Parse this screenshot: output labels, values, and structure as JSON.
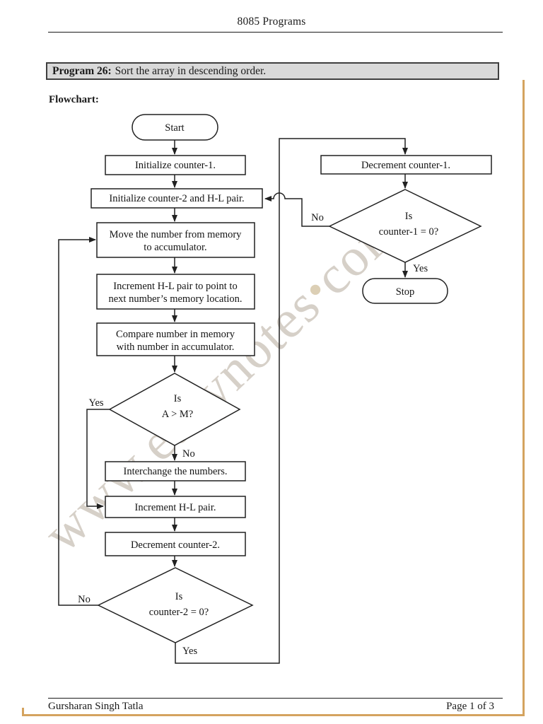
{
  "header": {
    "title": "8085 Programs"
  },
  "banner": {
    "label": "Program 26:",
    "text": "Sort the array in descending order."
  },
  "section": {
    "flowchart_label": "Flowchart:"
  },
  "flowchart": {
    "nodes": {
      "start": "Start",
      "init_counter1": "Initialize counter-1.",
      "init_counter2": "Initialize counter-2 and H-L pair.",
      "move_line1": "Move the number from memory",
      "move_line2": "to accumulator.",
      "inc_hl_point_line1": "Increment H-L pair to point to",
      "inc_hl_point_line2": "next number’s memory location.",
      "compare_line1": "Compare number in memory",
      "compare_line2": "with number in accumulator.",
      "decision_am_line1": "Is",
      "decision_am_line2": "A > M?",
      "interchange": "Interchange the numbers.",
      "increment_hl": "Increment H-L pair.",
      "decrement_counter2": "Decrement counter-2.",
      "decision_c2_line1": "Is",
      "decision_c2_line2": "counter-2 = 0?",
      "decrement_counter1": "Decrement counter-1.",
      "decision_c1_line1": "Is",
      "decision_c1_line2": "counter-1 = 0?",
      "stop": "Stop"
    },
    "edge_labels": {
      "am_yes": "Yes",
      "am_no": "No",
      "c2_no": "No",
      "c2_yes": "Yes",
      "c1_no": "No",
      "c1_yes": "Yes"
    }
  },
  "watermark": {
    "prefix": "www.eazynotes",
    "separator": "•",
    "suffix": "com"
  },
  "footer": {
    "author": "Gursharan Singh Tatla",
    "page": "Page 1 of 3"
  },
  "colors": {
    "banner_bg": "#d9d9d9",
    "accent": "#d4a35f",
    "watermark": "#bab0a4"
  }
}
